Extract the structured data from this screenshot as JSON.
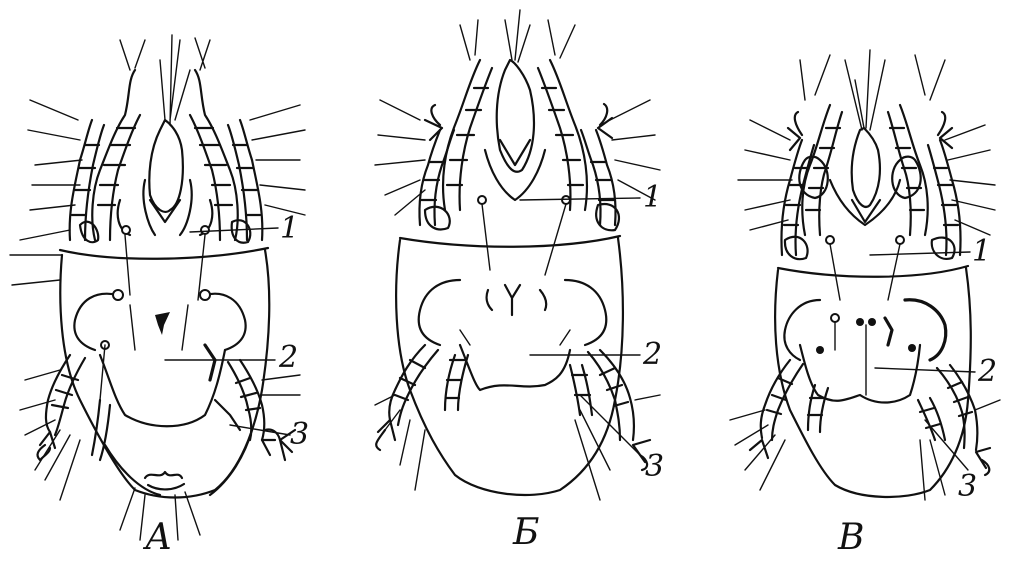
{
  "figure": {
    "panels": [
      {
        "letter": "А",
        "callouts": [
          "1",
          "2",
          "3"
        ]
      },
      {
        "letter": "Б",
        "callouts": [
          "1",
          "2",
          "3"
        ]
      },
      {
        "letter": "В",
        "callouts": [
          "1",
          "2",
          "3"
        ]
      }
    ]
  }
}
